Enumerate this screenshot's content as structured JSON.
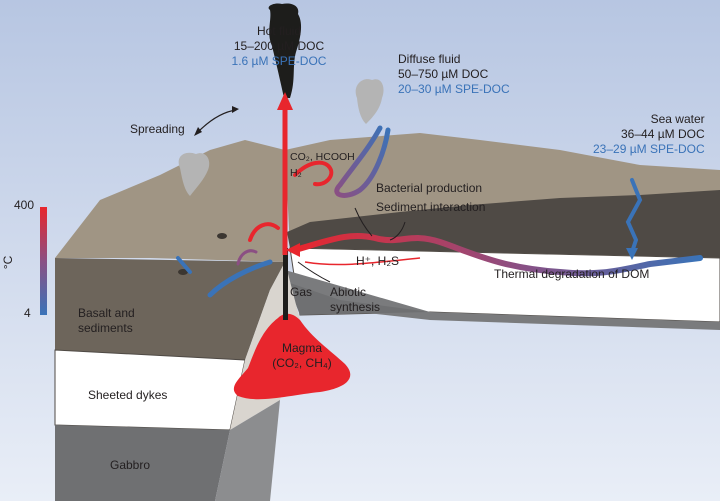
{
  "hot_fluid": {
    "title": "Hot fluid",
    "doc": "15–200 µM DOC",
    "spe": "1.6 µM SPE-DOC"
  },
  "diffuse_fluid": {
    "title": "Diffuse fluid",
    "doc": "50–750 µM DOC",
    "spe": "20–30 µM SPE-DOC"
  },
  "sea_water": {
    "title": "Sea water",
    "doc": "36–44 µM DOC",
    "spe": "23–29 µM SPE-DOC"
  },
  "labels": {
    "spreading": "Spreading",
    "co2_hcooh": "CO₂, HCOOH",
    "h2": "H₂",
    "bacterial_production": "Bacterial production",
    "sediment_interaction": "Sediment interaction",
    "h_h2s": "H⁺, H₂S",
    "thermal_degradation": "Thermal degradation of DOM",
    "gas": "Gas",
    "abiotic_synthesis_1": "Abiotic",
    "abiotic_synthesis_2": "synthesis",
    "magma_1": "Magma",
    "magma_2": "(CO₂, CH₄)"
  },
  "layers": {
    "basalt_1": "Basalt and",
    "basalt_2": "sediments",
    "sheeted_dykes": "Sheeted dykes",
    "gabbro": "Gabbro"
  },
  "temperature_scale": {
    "unit": "°C",
    "max": "400",
    "min": "4",
    "color_hot": "#e8262d",
    "color_cold": "#3a73b8"
  },
  "colors": {
    "sea": "#b7c6e2",
    "sediment": "#a09584",
    "crust_top": "#938877",
    "dark_crust": "#4f4a45",
    "gabbro": "#6f7072",
    "magma": "#e8262d",
    "plume": "#1d1d1b",
    "fluid_blue": "#3a73b8"
  }
}
